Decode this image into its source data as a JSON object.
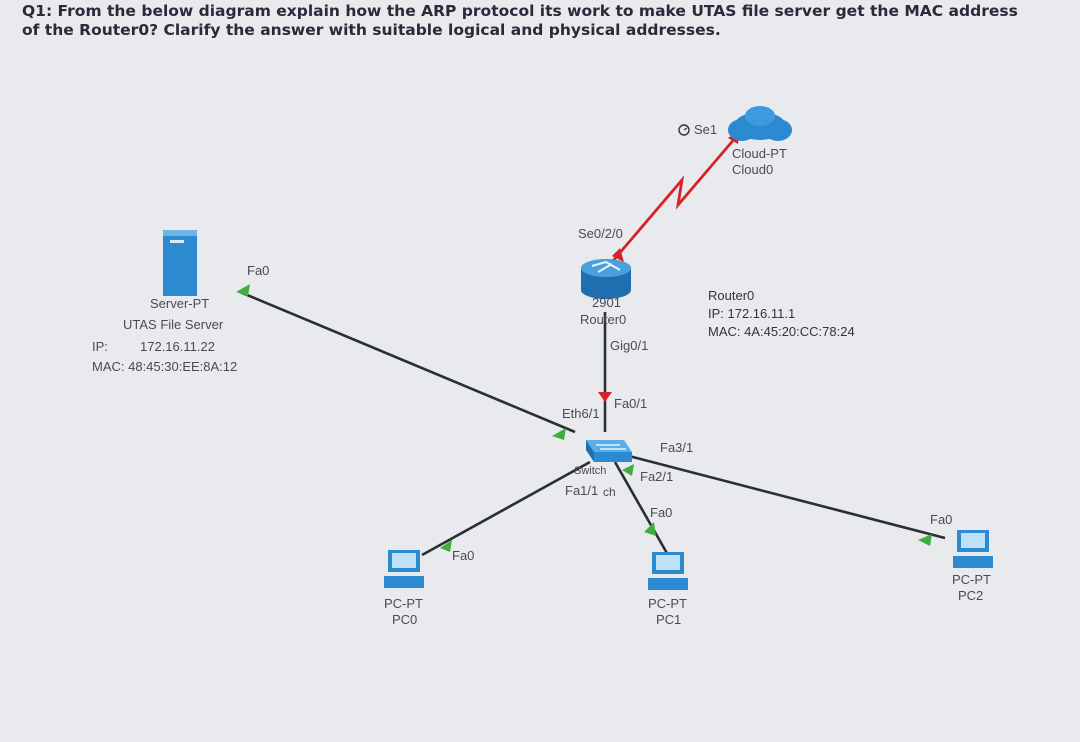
{
  "question": {
    "line1": "Q1: From the below diagram explain how the ARP protocol its work to make UTAS file server get the MAC address",
    "line2": "of the Router0? Clarify the answer with suitable logical and physical addresses."
  },
  "server": {
    "port": "Fa0",
    "type": "Server-PT",
    "name": "UTAS File Server",
    "ip_label": "IP:",
    "ip": "172.16.11.22",
    "mac": "MAC: 48:45:30:EE:8A:12"
  },
  "cloud": {
    "port": "Se1",
    "type": "Cloud-PT",
    "name": "Cloud0"
  },
  "router": {
    "serial_port": "Se0/2/0",
    "model": "2901",
    "name": "Router0",
    "gig_port": "Gig0/1",
    "info_name": "Router0",
    "info_ip": "IP: 172.16.11.1",
    "info_mac": "MAC: 4A:45:20:CC:78:24"
  },
  "switch": {
    "fa01": "Fa0/1",
    "eth61": "Eth6/1",
    "fa31": "Fa3/1",
    "fa21": "Fa2/1",
    "fa11": "Fa1/1",
    "name_partial": "Switch",
    "sub": "ch"
  },
  "pc0": {
    "port": "Fa0",
    "type": "PC-PT",
    "name": "PC0"
  },
  "pc1": {
    "port": "Fa0",
    "type": "PC-PT",
    "name": "PC1"
  },
  "pc2": {
    "port": "Fa0",
    "type": "PC-PT",
    "name": "PC2"
  },
  "colors": {
    "link": "#2a2f36",
    "serial": "#d6232a",
    "device_blue": "#2b8ad0",
    "link_up": "#3fae3f"
  }
}
